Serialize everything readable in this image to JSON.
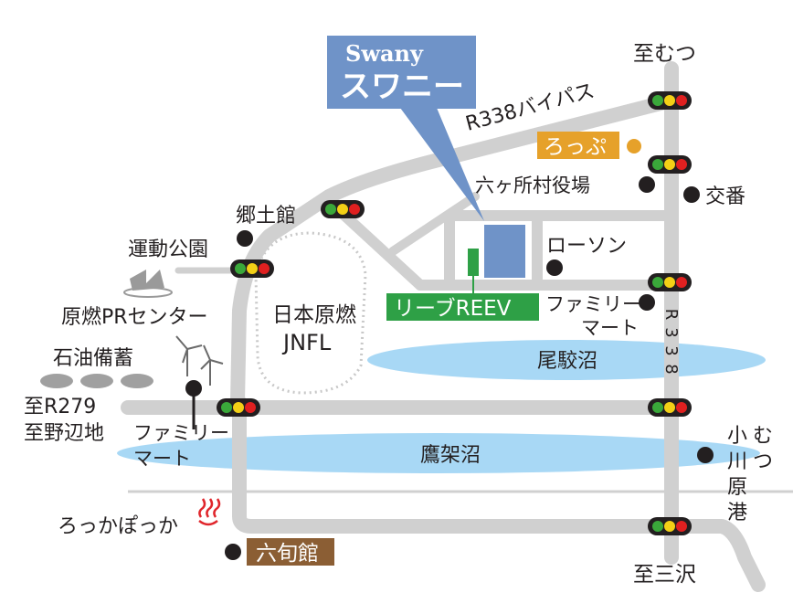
{
  "store": {
    "name_en": "Swany",
    "name_jp": "スワニー"
  },
  "roads": {
    "bypass": "R338バイパス",
    "r338_vertical": [
      "R",
      "3",
      "3",
      "8"
    ]
  },
  "directions": {
    "mutsu": "至むつ",
    "misawa": "至三沢",
    "r279_line1": "至R279",
    "r279_line2": "至野辺地",
    "ogawara_col1": [
      "小",
      "川",
      "原",
      "港"
    ],
    "ogawara_col2": [
      "む",
      "つ"
    ]
  },
  "landmarks": {
    "roppu": "ろっぷ",
    "village_office": "六ヶ所村役場",
    "koban": "交番",
    "kyodokan": "郷土館",
    "undo_koen": "運動公園",
    "lawson": "ローソン",
    "pr_center": "原燃PRセンター",
    "familymart_1_line1": "ファミリー",
    "familymart_1_line2": "マート",
    "familymart_2_line1": "ファミリー",
    "familymart_2_line2": "マート",
    "jnfl_line1": "日本原燃",
    "jnfl_line2": "JNFL",
    "oil_reserve": "石油備蓄",
    "roppakan": "ろっかぽっか",
    "rokujunkan": "六旬館",
    "reeve": "リーブREEV"
  },
  "water": {
    "obuchi": "尾駮沼",
    "takahoko": "鷹架沼"
  },
  "colors": {
    "road": "#d0d0d0",
    "lake": "#a8d8f5",
    "swany_box": "#6f93c8",
    "reeve_box": "#2ea046",
    "roppu_box": "#e6a12a",
    "rokujunkan_box": "#8b5e34",
    "onsen": "#e0262c",
    "signal_red": "#e02020",
    "signal_yellow": "#f3d016",
    "signal_green": "#3aa83a",
    "marker": "#231f20"
  }
}
